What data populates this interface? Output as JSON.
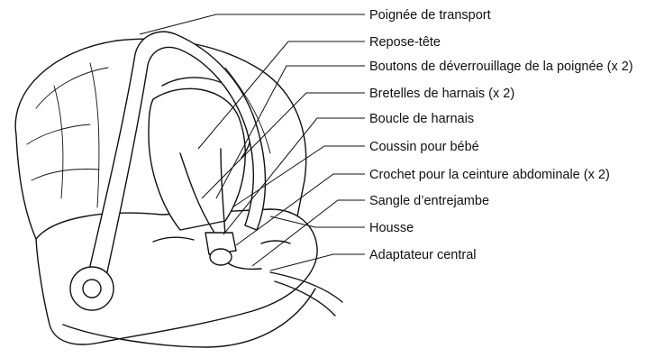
{
  "diagram": {
    "labels": [
      "Poignée de transport",
      "Repose-tête",
      "Boutons de déverrouillage de la poignée (x 2)",
      "Bretelles de harnais (x 2)",
      "Boucle de harnais",
      "Coussin pour bébé",
      "Crochet pour la ceinture abdominale (x 2)",
      "Sangle d’entrejambe",
      "Housse",
      "Adaptateur central"
    ]
  }
}
